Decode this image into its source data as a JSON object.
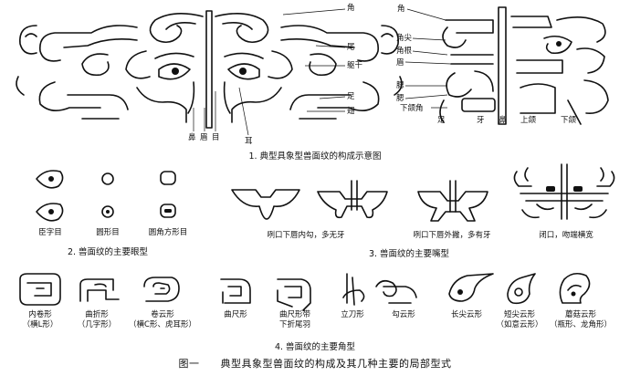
{
  "panel1": {
    "left_labels": {
      "jiao": "角",
      "wei": "尾",
      "qugan": "躯干",
      "zu": "足",
      "chi": "翅",
      "bi": "鼻",
      "mei": "眉",
      "mu": "目",
      "er": "耳"
    },
    "right_labels": {
      "jiao": "角",
      "jiaojian": "角尖",
      "jiaogen": "角根",
      "mei": "眉",
      "ai": "腮",
      "sai": "腮",
      "xiahejiao": "下颌角",
      "zu": "足",
      "ya": "牙",
      "bi": "鼻",
      "shanghe": "上颌",
      "xiahe": "下颌"
    },
    "caption": "1. 典型具象型兽面纹的构成示意图"
  },
  "panel2": {
    "items": [
      {
        "label": "臣字目"
      },
      {
        "label": "圆形目"
      },
      {
        "label": "圆角方形目"
      }
    ],
    "caption": "2. 兽面纹的主要眼型"
  },
  "panel3": {
    "items": [
      {
        "label": "咧口下唇内勾，多无牙"
      },
      {
        "label": "咧口下唇外撇，多有牙"
      },
      {
        "label": "闭口，吻端横宽"
      }
    ],
    "caption": "3. 兽面纹的主要嘴型"
  },
  "panel4": {
    "items": [
      {
        "line1": "内卷形",
        "line2": "（横L形）"
      },
      {
        "line1": "曲折形",
        "line2": "（几字形）"
      },
      {
        "line1": "卷云形",
        "line2": "（横C形、虎耳形）"
      },
      {
        "line1": "曲尺形",
        "line2": ""
      },
      {
        "line1": "曲尺形带",
        "line2": "下折尾羽"
      },
      {
        "line1": "立刀形",
        "line2": ""
      },
      {
        "line1": "勾云形",
        "line2": ""
      },
      {
        "line1": "长尖云形",
        "line2": ""
      },
      {
        "line1": "短尖云形",
        "line2": "（如意云形）"
      },
      {
        "line1": "蘑菇云形",
        "line2": "（瓶形、龙角形）"
      }
    ],
    "caption": "4. 兽面纹的主要角型"
  },
  "figure_caption": "图一　　典型具象型兽面纹的构成及其几种主要的局部型式"
}
